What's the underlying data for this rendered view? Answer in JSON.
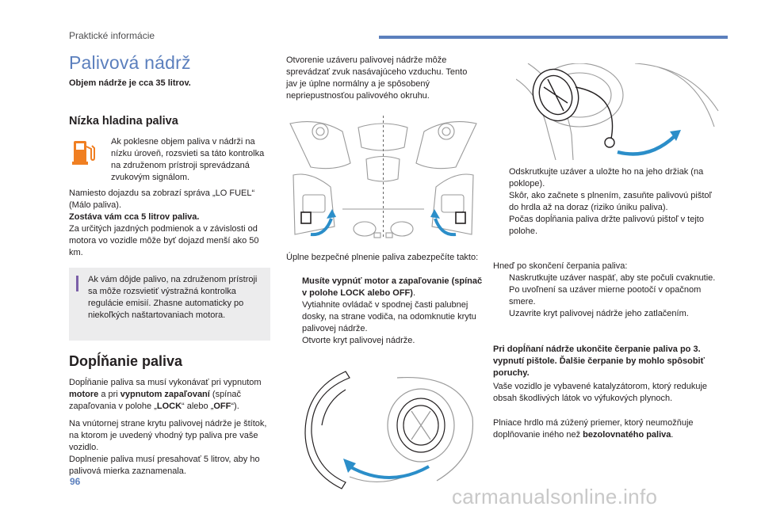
{
  "header": {
    "label": "Praktické informácie"
  },
  "title": "Palivová nádrž",
  "capacity": "Objem nádrže je cca 35 litrov.",
  "low_fuel": {
    "title": "Nízka hladina paliva",
    "lamp_icon": "fuel-pump-icon",
    "lamp_color": "#f07f22",
    "lamp_text": "Ak poklesne objem paliva v nádrži na nízku úroveň, rozsvieti sa táto kontrolka na združenom prístroji sprevádzaná zvukovým signálom.",
    "message": "Namiesto dojazdu sa zobrazí správa „LO FUEL“ (Málo paliva).",
    "remaining": "Zostáva vám cca 5 litrov paliva.",
    "conditions": "Za určitých jazdných podmienok a v závislosti od motora vo vozidle môže byť dojazd menší ako 50 km."
  },
  "info_box": {
    "accent": "#7b5fa8",
    "text": "Ak vám dôjde palivo, na združenom prístroji sa môže rozsvietiť výstražná kontrolka regulácie emisií. Zhasne automaticky po niekoľkých naštartovaniach motora."
  },
  "refuel": {
    "title": "Dopĺňanie paliva",
    "p1_a": "Dopĺňanie paliva sa musí vykonávať pri vypnutom ",
    "p1_b": "motore",
    "p1_c": " a pri ",
    "p1_d": "vypnutom zapaľovaní",
    "p1_e": " (spínač zapaľovania v polohe „",
    "p1_f": "LOCK",
    "p1_g": "“ alebo „",
    "p1_h": "OFF",
    "p1_i": "“).",
    "p2": "Na vnútornej strane krytu palivovej nádrže je štítok, na ktorom je uvedený vhodný typ paliva pre vaše vozidlo.",
    "p3": "Doplnenie paliva musí presahovať 5 litrov, aby ho palivová mierka zaznamenala."
  },
  "col2": {
    "noise": "Otvorenie uzáveru palivovej nádrže môže sprevádzať zvuk nasávajúceho vzduchu. Tento jav je úplne normálny a je spôsobený nepriepustnosťou palivového okruhu.",
    "safe_intro": "Úplne bezpečné plnenie paliva zabezpečíte takto:",
    "steps": [
      {
        "bold": true,
        "text": "Musíte vypnúť motor a zapaľovanie (spínač v polohe LOCK alebo OFF)"
      },
      {
        "bold": false,
        "text": "Vytiahnite ovládač v spodnej časti palubnej dosky, na strane vodiča, na odomknutie krytu palivovej nádrže."
      },
      {
        "bold": false,
        "text": "Otvorte kryt palivovej nádrže."
      }
    ]
  },
  "col3": {
    "steps_a": [
      "Odskrutkujte uzáver a uložte ho na jeho držiak (na poklope).",
      "Skôr, ako začnete s plnením, zasuňte palivovú pištoľ do hrdla až na doraz (riziko úniku paliva).",
      "Počas dopĺňania paliva držte palivovú pištoľ v tejto polohe."
    ],
    "after": "Hneď po skončení čerpania paliva:",
    "steps_b": [
      "Naskrutkujte uzáver naspäť, aby ste počuli cvaknutie. Po uvoľnení sa uzáver mierne pootočí v opačnom smere.",
      "Uzavrite kryt palivovej nádrže jeho zatlačením."
    ],
    "warning": "Pri dopĺňaní nádrže ukončite čerpanie paliva po 3. vypnutí pištole. Ďalšie čerpanie by mohlo spôsobiť poruchy.",
    "catalyst": "Vaše vozidlo je vybavené katalyzátorom, ktorý redukuje obsah škodlivých látok vo výfukových plynoch.",
    "neck_a": "Plniace hrdlo má zúžený priemer, ktorý neumožňuje doplňovanie iného než ",
    "neck_b": "bezolovnatého paliva",
    "neck_c": "."
  },
  "bullet_glyph": "",
  "figures": {
    "dashboard": "dashboard-release-lever-illustration",
    "cap": "fuel-cap-illustration",
    "flap": "fuel-flap-illustration",
    "arrow_color": "#2b8ec9"
  },
  "footer": {
    "page_number": "96",
    "watermark": "carmanualsonline.info"
  }
}
